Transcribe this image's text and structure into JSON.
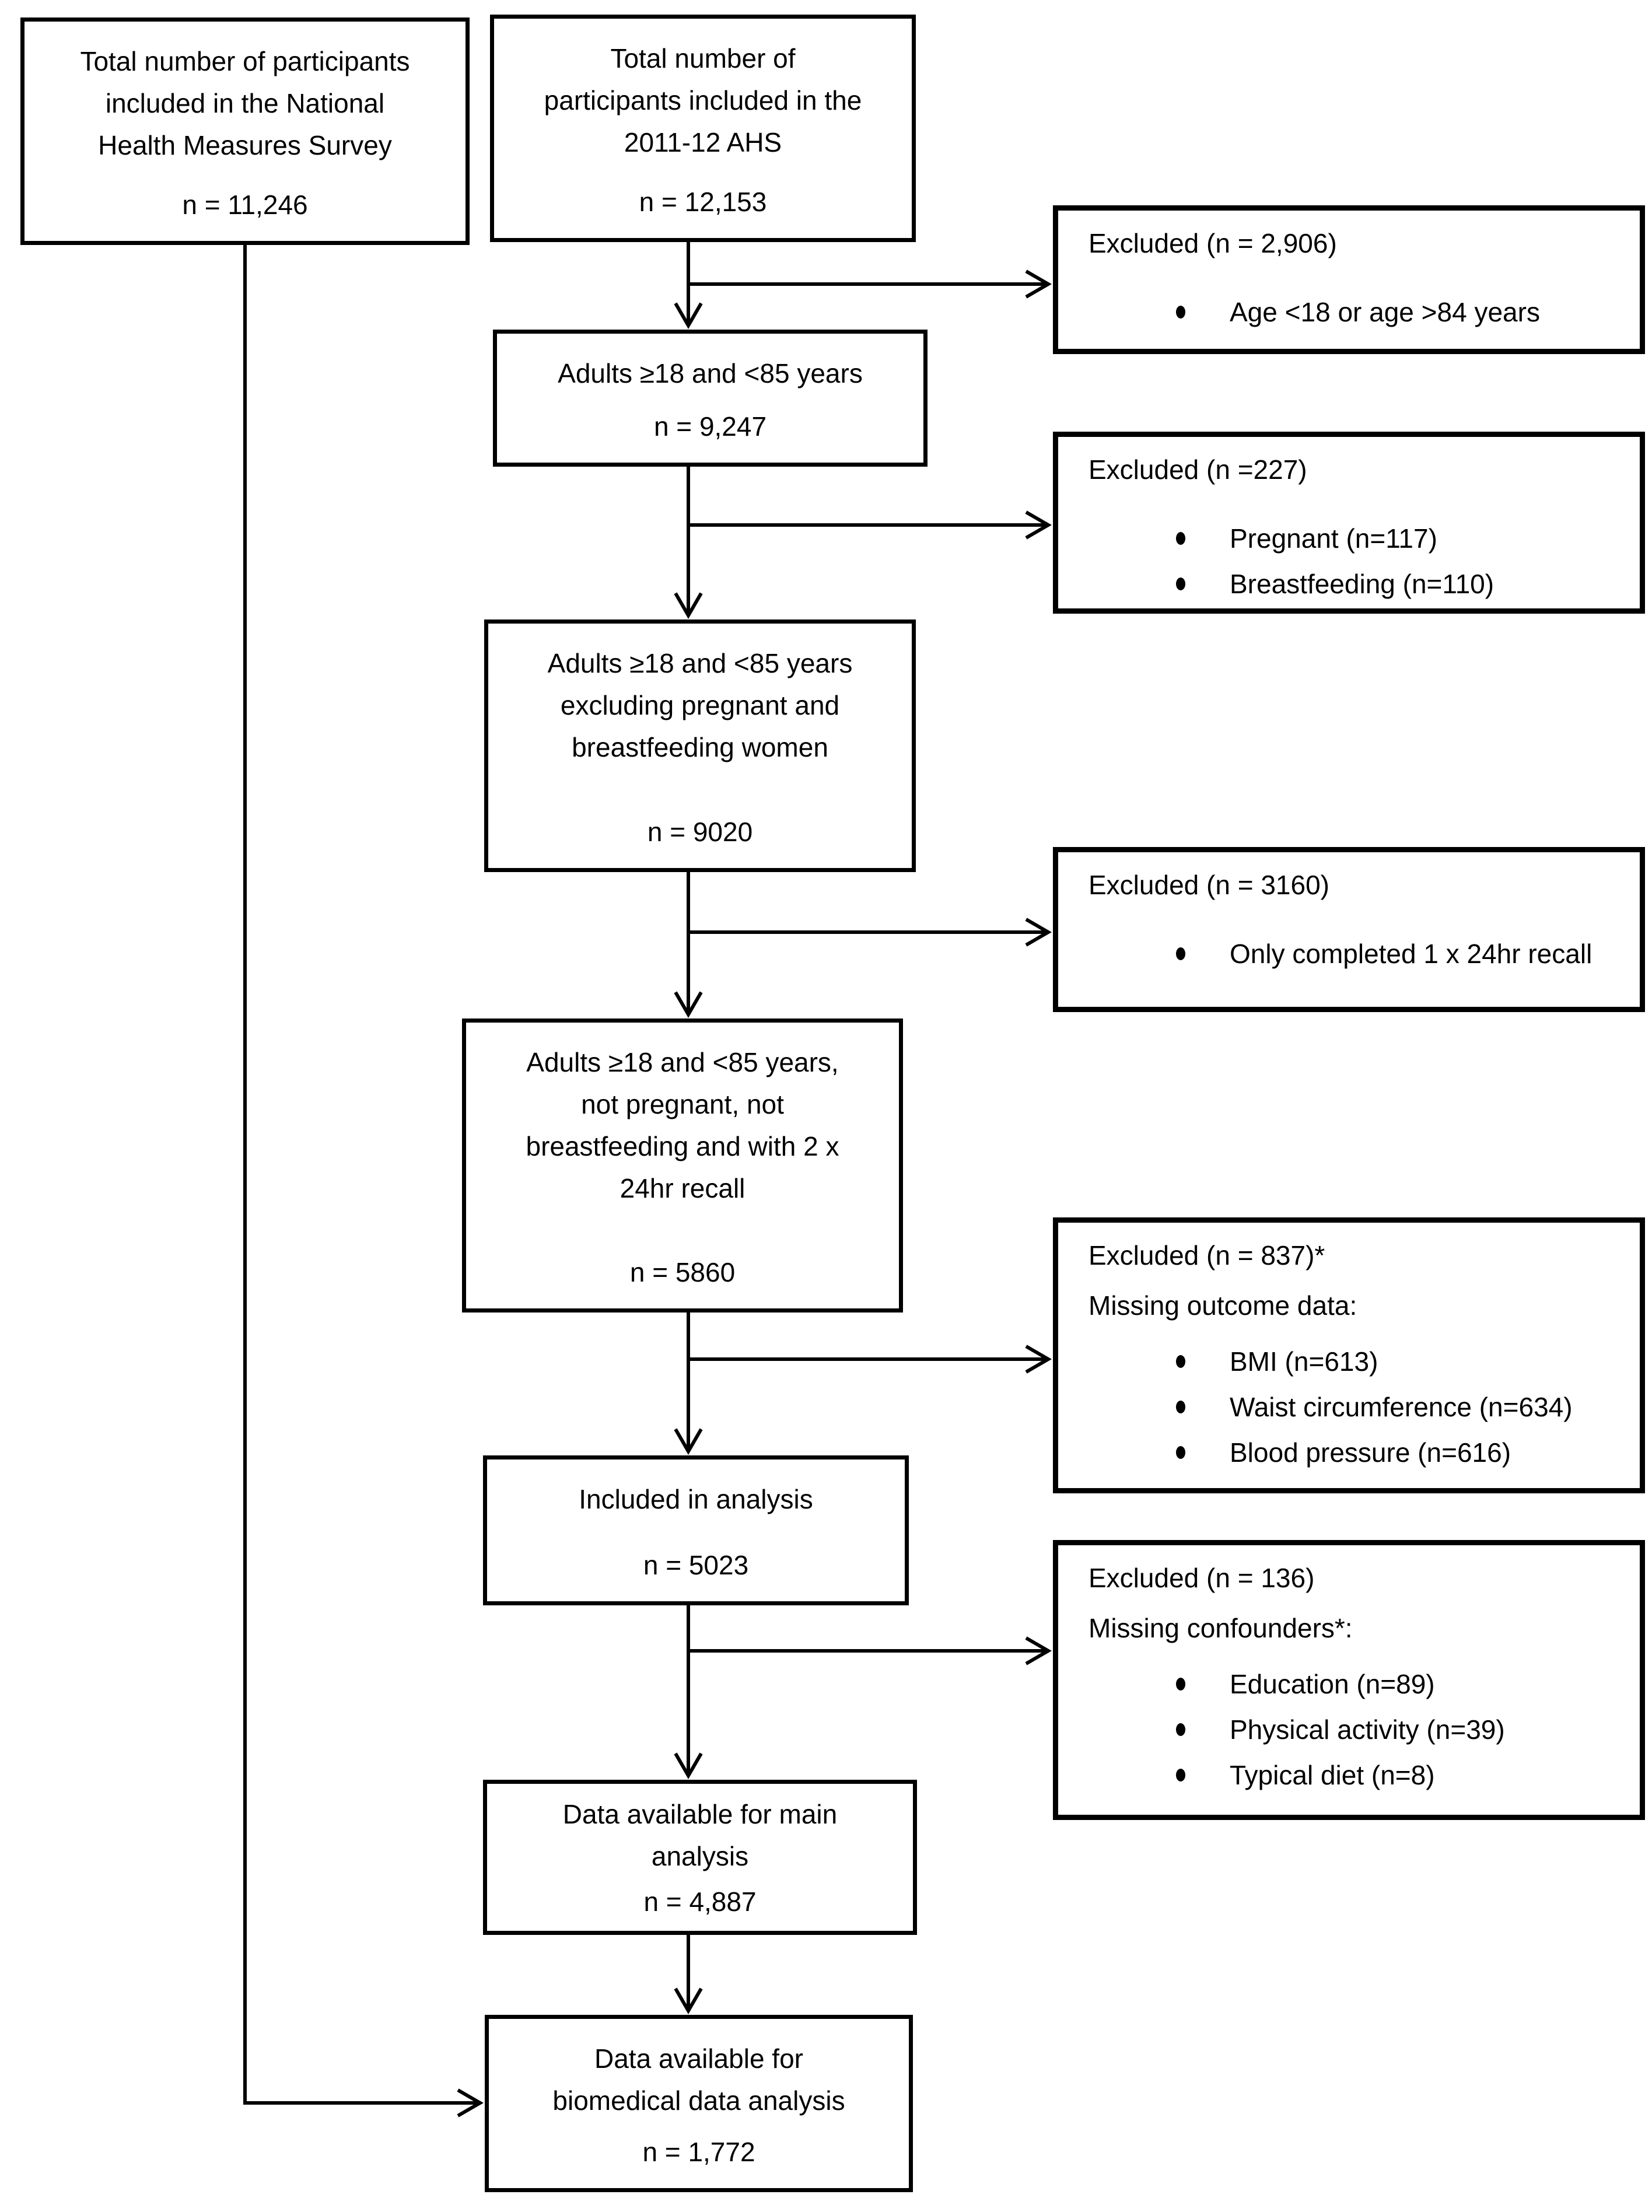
{
  "diagram": {
    "boxes": {
      "nhms": {
        "title": "Total number of participants\nincluded in the National\nHealth Measures Survey",
        "count": "n = 11,246"
      },
      "ahs": {
        "title": "Total number of\nparticipants included in the\n2011-12 AHS",
        "count": "n = 12,153"
      },
      "adults": {
        "title": "Adults ≥18 and <85 years",
        "count": "n = 9,247"
      },
      "not_pregnant": {
        "title": "Adults ≥18 and <85 years\nexcluding pregnant and\nbreastfeeding women",
        "count": "n = 9020"
      },
      "two_recalls": {
        "title": "Adults ≥18 and <85 years,\nnot pregnant, not\nbreastfeeding and with 2 x\n24hr recall",
        "count": "n = 5860"
      },
      "included": {
        "title": "Included in analysis",
        "count": "n = 5023"
      },
      "main_analysis": {
        "title": "Data available for main\nanalysis",
        "count": "n = 4,887"
      },
      "biomedical": {
        "title": "Data available for\nbiomedical data analysis",
        "count": "n = 1,772"
      }
    },
    "excluded": {
      "age": {
        "heading": "Excluded (n = 2,906)",
        "bullets": [
          "Age <18 or age >84 years"
        ]
      },
      "pregnancy": {
        "heading": "Excluded (n =227)",
        "bullets": [
          "Pregnant (n=117)",
          "Breastfeeding (n=110)"
        ]
      },
      "recall": {
        "heading": "Excluded (n = 3160)",
        "bullets": [
          "Only completed 1 x 24hr recall"
        ]
      },
      "outcome": {
        "heading": "Excluded (n = 837)*",
        "subheading": "Missing outcome data:",
        "bullets": [
          "BMI (n=613)",
          "Waist circumference (n=634)",
          "Blood pressure (n=616)"
        ]
      },
      "confounders": {
        "heading": "Excluded (n = 136)",
        "subheading": "Missing confounders*:",
        "bullets": [
          "Education (n=89)",
          "Physical activity (n=39)",
          "Typical diet (n=8)"
        ]
      }
    }
  }
}
